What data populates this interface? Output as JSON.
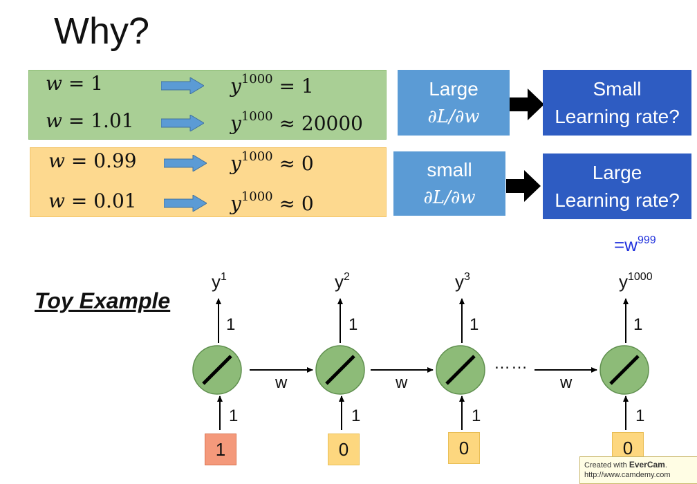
{
  "title": "Why?",
  "rows": [
    {
      "w": "1",
      "rel": "=",
      "y_base": "y",
      "y_exp": "1000",
      "y_val": "1"
    },
    {
      "w": "1.01",
      "rel": "≈",
      "y_base": "y",
      "y_exp": "1000",
      "y_val": "20000"
    },
    {
      "w": "0.99",
      "rel": "≈",
      "y_base": "y",
      "y_exp": "1000",
      "y_val": "0"
    },
    {
      "w": "0.01",
      "rel": "≈",
      "y_base": "y",
      "y_exp": "1000",
      "y_val": "0"
    }
  ],
  "gradient_boxes": [
    {
      "word": "Large",
      "deriv": "∂L/∂w",
      "result_line1": "Small",
      "result_line2": "Learning rate?"
    },
    {
      "word": "small",
      "deriv": "∂L/∂w",
      "result_line1": "Large",
      "result_line2": "Learning rate?"
    }
  ],
  "annotation": {
    "prefix": "=w",
    "exp": "999"
  },
  "toy_example": "Toy Example",
  "network": {
    "outputs": [
      {
        "base": "y",
        "exp": "1"
      },
      {
        "base": "y",
        "exp": "2"
      },
      {
        "base": "y",
        "exp": "3"
      },
      {
        "base": "y",
        "exp": "1000"
      }
    ],
    "output_weight": "1",
    "input_weight": "1",
    "recurrent_weight": "w",
    "inputs": [
      "1",
      "0",
      "0",
      "0"
    ],
    "ellipsis": "……"
  },
  "watermark": {
    "line1_prefix": "Created with ",
    "brand": "EverCam",
    "line1_suffix": ".",
    "line2": "http://www.camdemy.com"
  },
  "colors": {
    "green_box": "#a9cf95",
    "orange_box": "#fdd98f",
    "blue_box": "#5b9bd5",
    "dark_blue_box": "#2e5cc2",
    "neuron": "#8dbb78",
    "input_red": "#f4997b",
    "input_yellow": "#fdd77f"
  }
}
